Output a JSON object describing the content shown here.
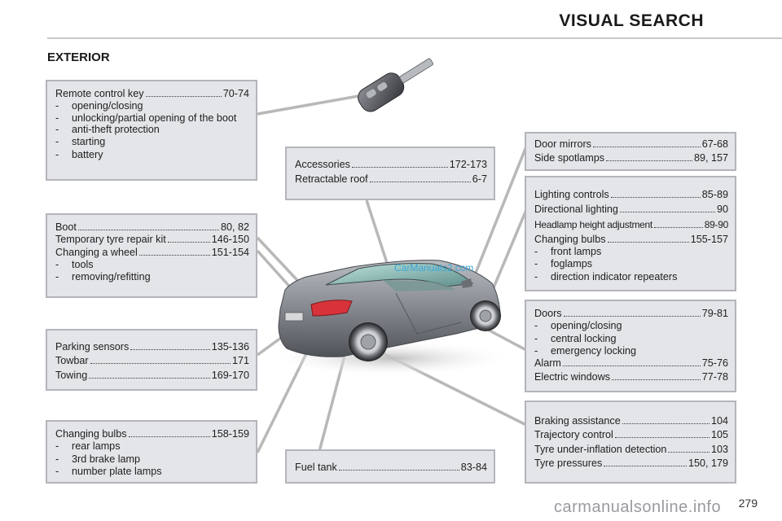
{
  "header": {
    "title": "VISUAL SEARCH"
  },
  "section": {
    "title": "EXTERIOR"
  },
  "boxes": {
    "remote": {
      "lines": [
        {
          "text": "Remote control key",
          "pages": "70-74"
        }
      ],
      "bullets": [
        "opening/closing",
        "unlocking/partial opening of the boot",
        "anti-theft protection",
        "starting",
        "battery"
      ]
    },
    "boot": {
      "lines": [
        {
          "text": "Boot",
          "pages": "80, 82"
        },
        {
          "text": "Temporary tyre repair kit",
          "pages": "146-150"
        },
        {
          "text": "Changing a wheel",
          "pages": "151-154"
        }
      ],
      "bullets": [
        "tools",
        "removing/refitting"
      ]
    },
    "parking": {
      "lines": [
        {
          "text": "Parking sensors",
          "pages": "135-136"
        },
        {
          "text": "Towbar",
          "pages": "171"
        },
        {
          "text": "Towing",
          "pages": "169-170"
        }
      ]
    },
    "rear_bulbs": {
      "lines": [
        {
          "text": "Changing bulbs",
          "pages": "158-159"
        }
      ],
      "bullets": [
        "rear lamps",
        "3rd brake lamp",
        "number plate lamps"
      ]
    },
    "accessories": {
      "lines": [
        {
          "text": "Accessories",
          "pages": "172-173"
        },
        {
          "text": "Retractable roof",
          "pages": "6-7"
        }
      ]
    },
    "fuel": {
      "lines": [
        {
          "text": "Fuel tank",
          "pages": "83-84"
        }
      ]
    },
    "mirrors": {
      "lines": [
        {
          "text": "Door mirrors",
          "pages": "67-68"
        },
        {
          "text": "Side spotlamps",
          "pages": "89, 157"
        }
      ]
    },
    "lighting": {
      "lines": [
        {
          "text": "Lighting controls",
          "pages": "85-89"
        },
        {
          "text": "Directional lighting",
          "pages": "90"
        },
        {
          "text": "Headlamp height adjustment",
          "pages": "89-90"
        },
        {
          "text": "Changing bulbs",
          "pages": "155-157"
        }
      ],
      "bullets": [
        "front lamps",
        "foglamps",
        "direction indicator repeaters"
      ]
    },
    "doors": {
      "lines_a": [
        {
          "text": "Doors",
          "pages": "79-81"
        }
      ],
      "bullets": [
        "opening/closing",
        "central locking",
        "emergency locking"
      ],
      "lines_b": [
        {
          "text": "Alarm",
          "pages": "75-76"
        },
        {
          "text": "Electric windows",
          "pages": "77-78"
        }
      ]
    },
    "braking": {
      "lines": [
        {
          "text": "Braking assistance",
          "pages": "104"
        },
        {
          "text": "Trajectory control",
          "pages": "105"
        },
        {
          "text": "Tyre under-inflation detection",
          "pages": "103"
        },
        {
          "text": "Tyre pressures",
          "pages": "150, 179"
        }
      ]
    }
  },
  "page_number": "279",
  "watermark": "carmanualsonline.info",
  "image_watermark": "CarManuals2.com",
  "colors": {
    "box_fill": "#e4e5e9",
    "box_border": "#b3b5bb",
    "car_body": "#8c9096",
    "leader": "#b8b8b8"
  }
}
